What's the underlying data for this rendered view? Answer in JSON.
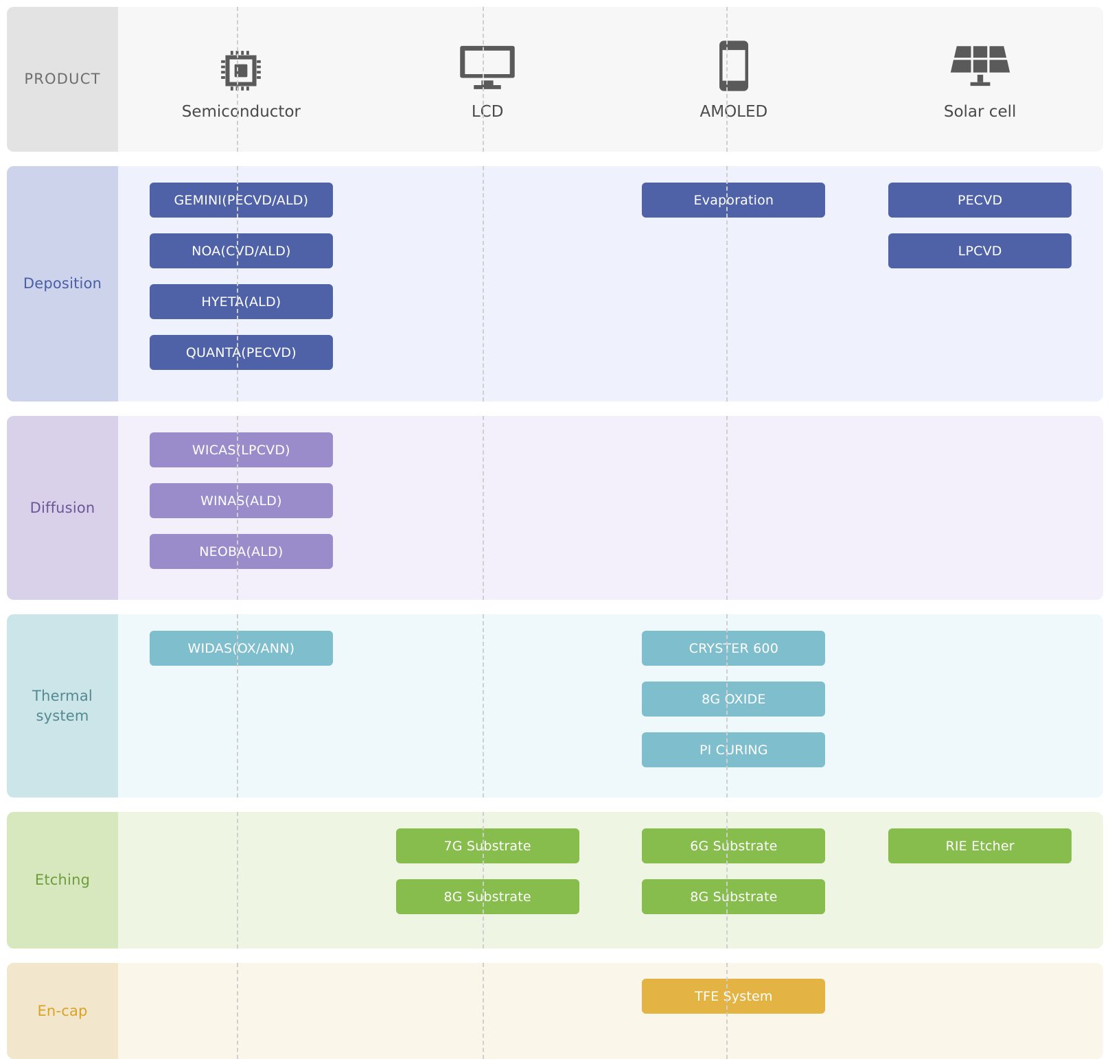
{
  "header": {
    "label": "PRODUCT",
    "products": [
      {
        "name": "Semiconductor",
        "icon": "chip-icon"
      },
      {
        "name": "LCD",
        "icon": "monitor-icon"
      },
      {
        "name": "AMOLED",
        "icon": "smartphone-icon"
      },
      {
        "name": "Solar cell",
        "icon": "solar-panel-icon"
      }
    ]
  },
  "rows": [
    {
      "label": "Deposition",
      "accent": "#4f62a8",
      "cells": [
        [
          "GEMINI(PECVD/ALD)",
          "NOA(CVD/ALD)",
          "HYETA(ALD)",
          "QUANTA(PECVD)"
        ],
        [],
        [
          "Evaporation"
        ],
        [
          "PECVD",
          "LPCVD"
        ]
      ]
    },
    {
      "label": "Diffusion",
      "accent": "#9a8ccb",
      "cells": [
        [
          "WICAS(LPCVD)",
          "WINAS(ALD)",
          "NEOBA(ALD)"
        ],
        [],
        [],
        []
      ]
    },
    {
      "label": "Thermal system",
      "accent": "#7fbecd",
      "cells": [
        [
          "WIDAS(OX/ANN)"
        ],
        [],
        [
          "CRYSTER 600",
          "8G OXIDE",
          "PI CURING"
        ],
        []
      ]
    },
    {
      "label": "Etching",
      "accent": "#86bd4d",
      "cells": [
        [],
        [
          "7G Substrate",
          "8G Substrate"
        ],
        [
          "6G Substrate",
          "8G Substrate"
        ],
        [
          "RIE Etcher"
        ]
      ]
    },
    {
      "label": "En-cap",
      "accent": "#e3b343",
      "cells": [
        [],
        [],
        [
          "TFE System"
        ],
        []
      ]
    }
  ]
}
